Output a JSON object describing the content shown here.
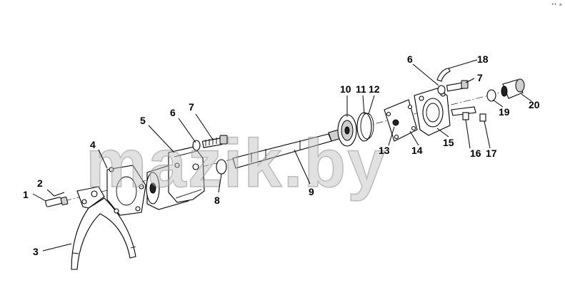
{
  "watermark": "mazik.by",
  "corner_mark": "•• ≡",
  "callouts": {
    "c1": "1",
    "c2": "2",
    "c3": "3",
    "c4": "4",
    "c5": "5",
    "c6a": "6",
    "c7a": "7",
    "c8": "8",
    "c9": "9",
    "c10": "10",
    "c11": "11",
    "c12": "12",
    "c13": "13",
    "c14": "14",
    "c15": "15",
    "c16": "16",
    "c17": "17",
    "c6b": "6",
    "c18": "18",
    "c7b": "7",
    "c19": "19",
    "c20": "20"
  }
}
